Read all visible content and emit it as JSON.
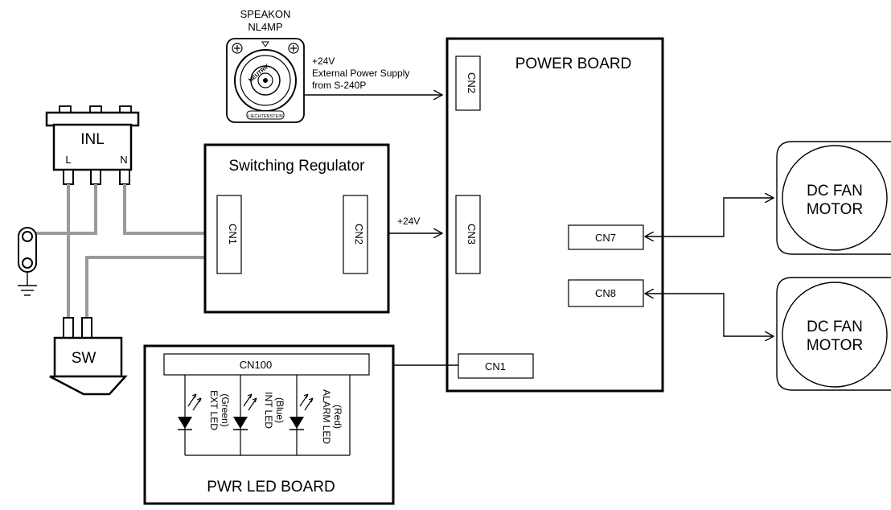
{
  "speakon": {
    "brand": "SPEAKON",
    "model": "NL4MP",
    "logo_text": "NEUTRIK",
    "plate_text": "LIECHTENSTEIN"
  },
  "power_input": {
    "voltage": "+24V",
    "line2": "External Power Supply",
    "line3": "from S-240P"
  },
  "inlet": {
    "label": "INL",
    "pin_l": "L",
    "pin_n": "N"
  },
  "switch": {
    "label": "SW"
  },
  "regulator": {
    "title": "Switching Regulator",
    "cn1": "CN1",
    "cn2": "CN2",
    "output_voltage": "+24V"
  },
  "power_board": {
    "title": "POWER BOARD",
    "cn2": "CN2",
    "cn3": "CN3",
    "cn7": "CN7",
    "cn8": "CN8",
    "cn1": "CN1"
  },
  "fans": [
    {
      "line1": "DC FAN",
      "line2": "MOTOR"
    },
    {
      "line1": "DC FAN",
      "line2": "MOTOR"
    }
  ],
  "led_board": {
    "title": "PWR LED BOARD",
    "connector": "CN100",
    "leds": [
      {
        "name": "EXT LED",
        "color_label": "(Green)"
      },
      {
        "name": "INT LED",
        "color_label": "(Blue)"
      },
      {
        "name": "ALARM LED",
        "color_label": "(Red)"
      }
    ]
  }
}
